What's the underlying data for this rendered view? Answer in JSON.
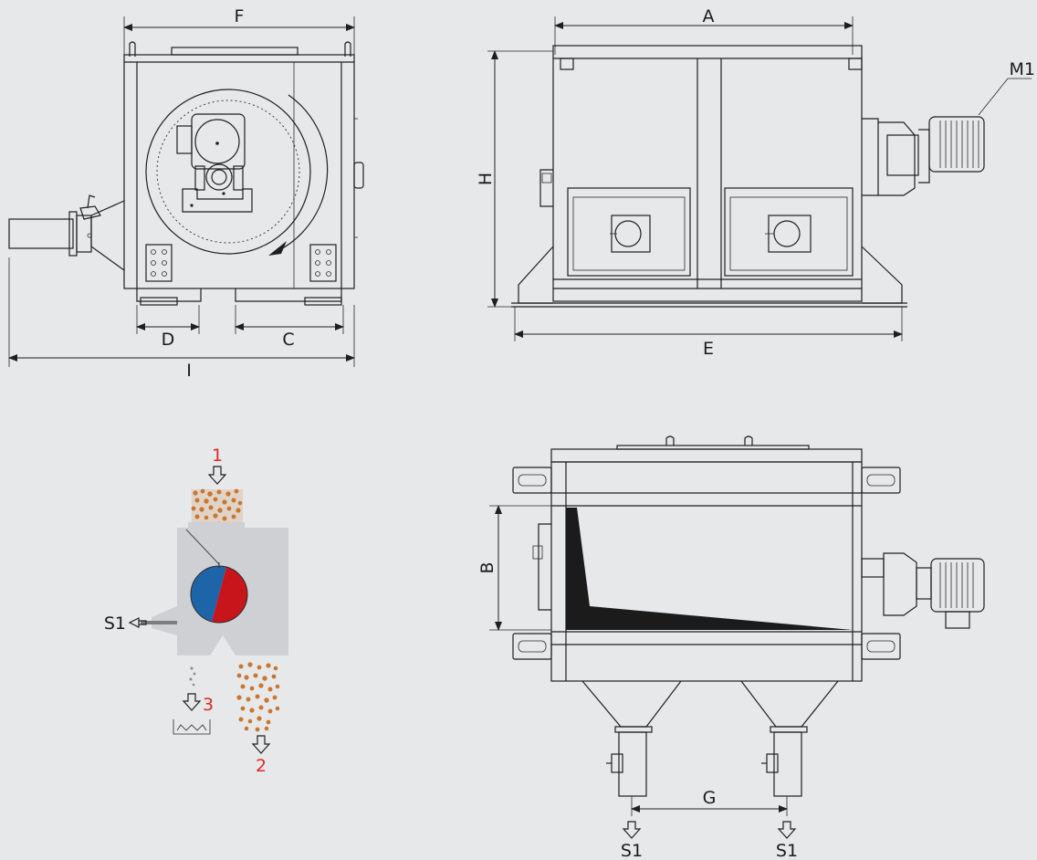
{
  "dimensions": {
    "A": "A",
    "B": "B",
    "C": "C",
    "D": "D",
    "E": "E",
    "F": "F",
    "G": "G",
    "H": "H",
    "I": "I"
  },
  "motor_label": "M1",
  "outlets": {
    "side": "S1",
    "bottom_left": "S1",
    "bottom_right": "S1"
  },
  "flow_numbers": {
    "inlet": "1",
    "product": "2",
    "rejects": "3"
  },
  "colors": {
    "background": "#e7e8ea",
    "rotor_blue": "#1e64a8",
    "rotor_red": "#c8151b",
    "granule": "#c8772f",
    "accent_red": "#e3262b"
  }
}
